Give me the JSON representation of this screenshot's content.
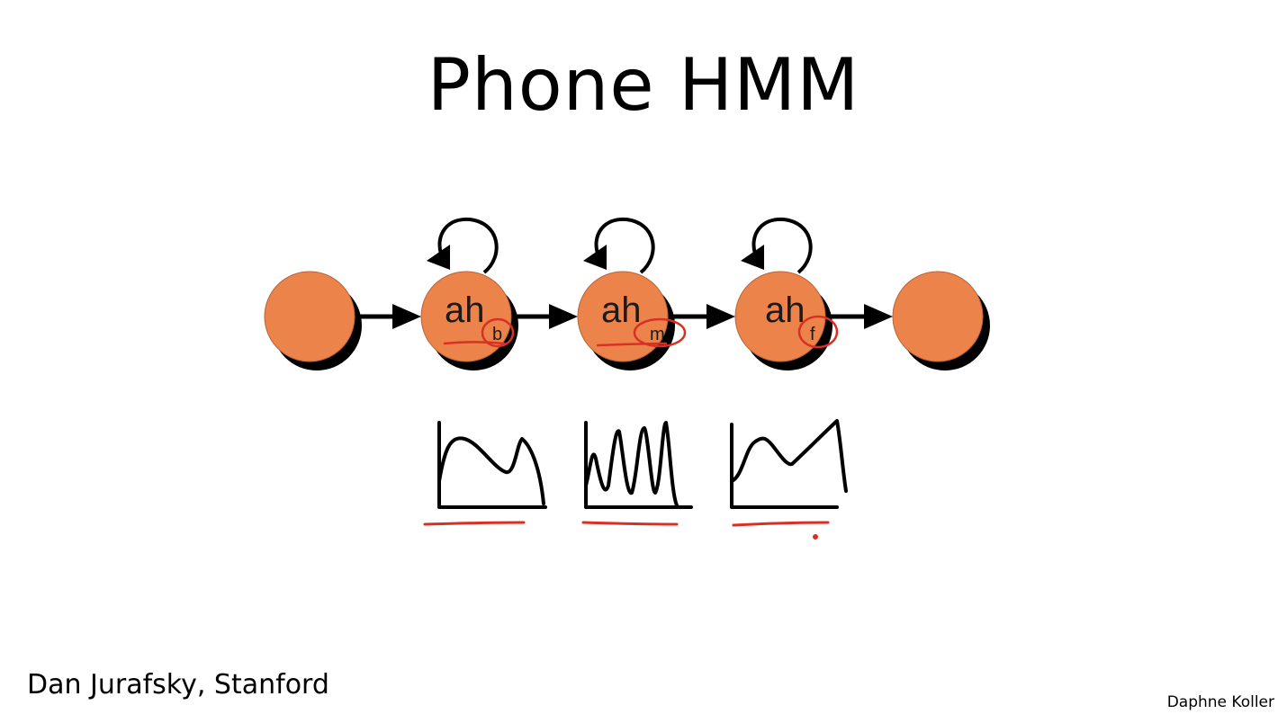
{
  "title": "Phone HMM",
  "credit_left": "Dan Jurafsky, Stanford",
  "credit_right": "Daphne Koller",
  "colors": {
    "state_fill": "#ec834b",
    "state_shadow": "#000000",
    "annotation": "#d93025",
    "line": "#000000"
  },
  "states": [
    {
      "label": "",
      "sub": ""
    },
    {
      "label": "ah",
      "sub": "b"
    },
    {
      "label": "ah",
      "sub": "m"
    },
    {
      "label": "ah",
      "sub": "f"
    },
    {
      "label": "",
      "sub": ""
    }
  ],
  "icons": {
    "self_loop": "self-loop-arrow-icon",
    "transition": "right-arrow-icon"
  }
}
